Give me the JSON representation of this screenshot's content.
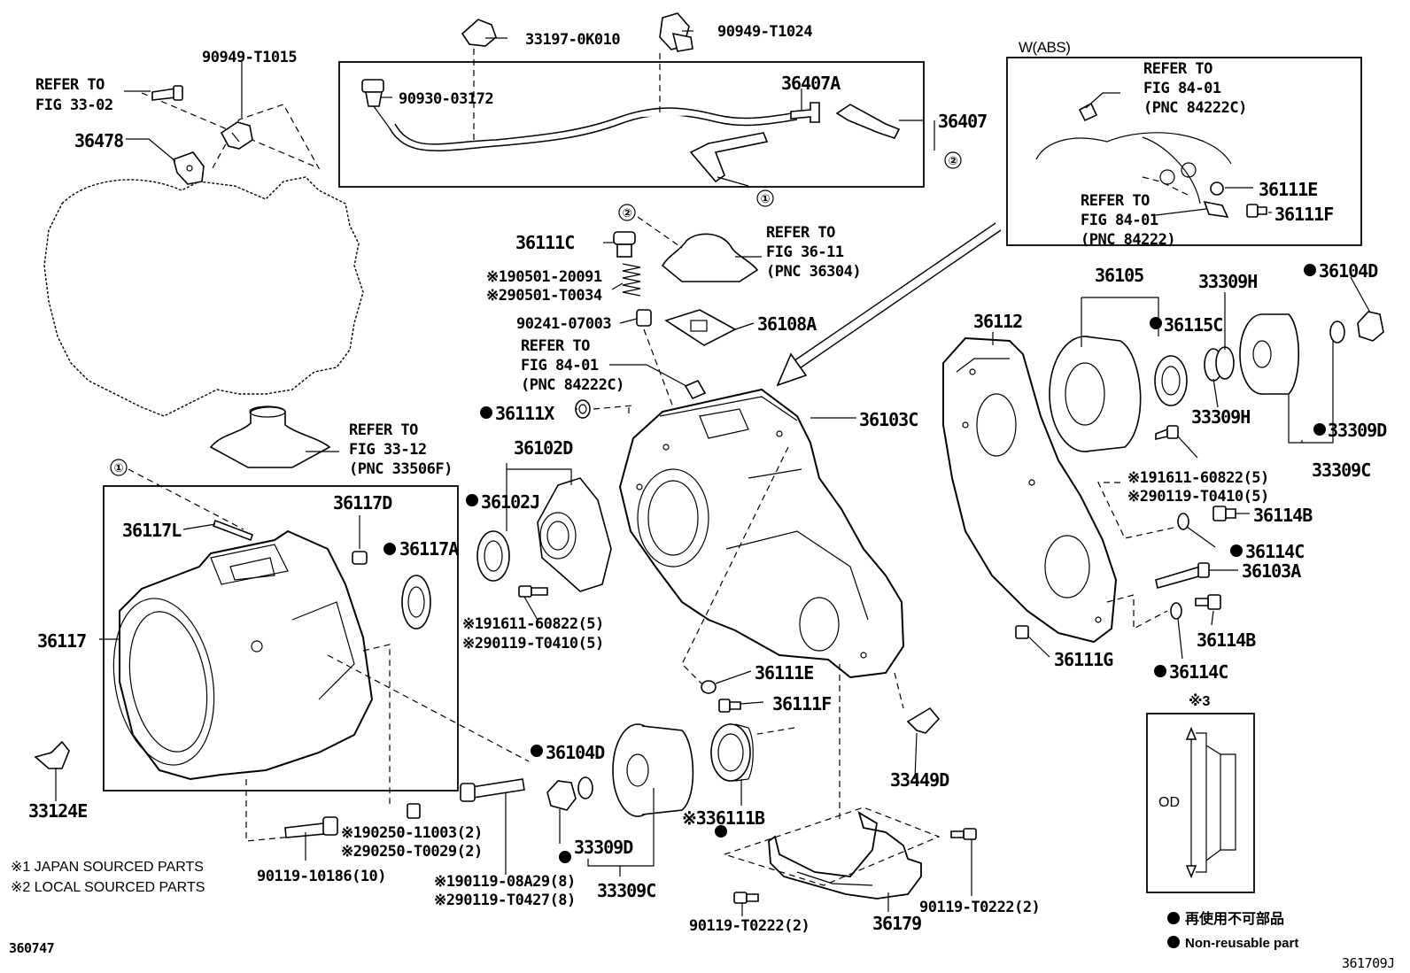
{
  "diagram": {
    "figure_ids": {
      "bottom_left": "360747",
      "bottom_right": "361709J"
    },
    "legend": {
      "note1": "※1 JAPAN SOURCED PARTS",
      "note2": "※2 LOCAL SOURCED PARTS",
      "nonreusable_jp": "再使用不可部品",
      "nonreusable_en": "Non-reusable part"
    },
    "inset_abs": {
      "title": "W(ABS)"
    },
    "inset_seal": {
      "title": "※3",
      "od_label": "OD"
    },
    "callouts": {
      "c1": "①",
      "c2": "②"
    },
    "labels": {
      "p90949_T1015": "90949-T1015",
      "refer_fig3302": [
        "REFER TO",
        "FIG 33-02"
      ],
      "p36478": "36478",
      "p33197_0K010": "33197-0K010",
      "p90949_T1024": "90949-T1024",
      "p90930_03172": "90930-03172",
      "p36407A": "36407A",
      "p36407": "36407",
      "refer_abs_1": [
        "REFER TO",
        "FIG 84-01",
        "(PNC 84222C)"
      ],
      "p36111E_top": "36111E",
      "refer_abs_2": [
        "REFER TO",
        "FIG 84-01",
        "(PNC 84222)"
      ],
      "p36111F_top": "36111F",
      "p36111C": "36111C",
      "refer_fig3611": [
        "REFER TO",
        "FIG 36-11",
        "(PNC 36304)"
      ],
      "p90501_20091": "※190501-20091",
      "p90501_T0034": "※290501-T0034",
      "p90241_07003": "90241-07003",
      "p36108A": "36108A",
      "refer_fig8401_mid": [
        "REFER TO",
        "FIG 84-01",
        "(PNC 84222C)"
      ],
      "p36111X": "36111X",
      "p36103C": "36103C",
      "refer_fig3312": [
        "REFER TO",
        "FIG 33-12",
        "(PNC 33506F)"
      ],
      "p36102D": "36102D",
      "p36102J": "36102J",
      "p36117L": "36117L",
      "p36117D": "36117D",
      "p36117A": "36117A",
      "p36117": "36117",
      "p91611_60822_a": "※191611-60822(5)",
      "p90119_T0410_a": "※290119-T0410(5)",
      "p36111E_mid": "36111E",
      "p36111F_mid": "36111F",
      "p36104D_low": "36104D",
      "p33309D_low": "33309D",
      "p33309C_low": "33309C",
      "p36111B": "※336111B",
      "p33449D": "33449D",
      "p33124E": "33124E",
      "p90250_11003": "※190250-11003(2)",
      "p90250_T0029": "※290250-T0029(2)",
      "p90119_10186": "90119-10186(10)",
      "p90119_08A29": "※190119-08A29(8)",
      "p90119_T0427": "※290119-T0427(8)",
      "p90119_T0222_a": "90119-T0222(2)",
      "p36179": "36179",
      "p90119_T0222_b": "90119-T0222(2)",
      "p36112": "36112",
      "p36105": "36105",
      "p36115C": "36115C",
      "p33309H_top": "33309H",
      "p36104D_top": "36104D",
      "p33309H_mid": "33309H",
      "p33309D_top": "33309D",
      "p33309C_top": "33309C",
      "p91611_60822_b": "※191611-60822(5)",
      "p90119_T0410_b": "※290119-T0410(5)",
      "p36114B_a": "36114B",
      "p36114C_a": "36114C",
      "p36103A": "36103A",
      "p36114B_b": "36114B",
      "p36114C_b": "36114C",
      "p36111G": "36111G"
    }
  }
}
